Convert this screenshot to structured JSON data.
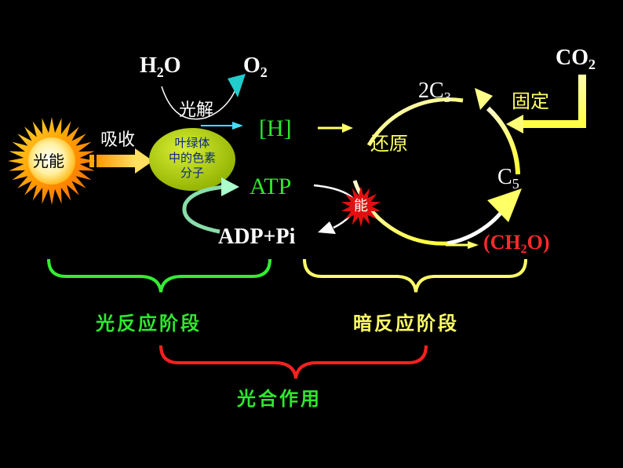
{
  "diagram": {
    "light_energy": "光能",
    "absorb": "吸收",
    "pigment": [
      "叶绿体",
      "中的色素",
      "分子"
    ],
    "water": {
      "main": "H",
      "sub": "2",
      "tail": "O"
    },
    "oxygen": {
      "main": "O",
      "sub": "2"
    },
    "photolysis": "光解",
    "hydrogen": "[H]",
    "atp": "ATP",
    "adp": "ADP+Pi",
    "energy": "能",
    "c3": {
      "main": "2C",
      "sub": "3"
    },
    "c5": {
      "main": "C",
      "sub": "5"
    },
    "co2": {
      "main": "CO",
      "sub": "2"
    },
    "fixation": "固定",
    "reduction": "还原",
    "sugar": {
      "pre": "(CH",
      "sub": "2",
      "post": "O)"
    },
    "light_reaction": "光反应阶段",
    "dark_reaction": "暗反应阶段",
    "photosynthesis": "光合作用"
  },
  "colors": {
    "background": "#000000",
    "sun": "#ff8c00",
    "pigment_oval": "#b3cc00",
    "brace_light": "#33ee33",
    "brace_dark": "#ffff66",
    "brace_total": "#ff2020",
    "cycle_arrow": "#ffff66",
    "energy_star": "#e01010",
    "oxygen_arrow": "#22cccc"
  }
}
